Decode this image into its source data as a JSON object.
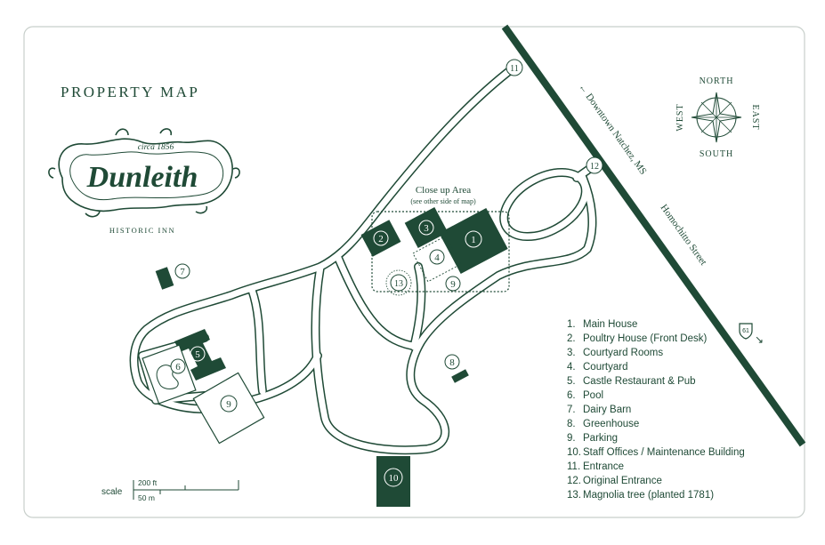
{
  "title": "PROPERTY MAP",
  "logo": {
    "circa": "circa 1856",
    "name": "Dunleith",
    "subtitle": "HISTORIC INN"
  },
  "compass": {
    "north": "NORTH",
    "south": "SOUTH",
    "east": "EAST",
    "west": "WEST"
  },
  "streets": {
    "downtown": "← Downtown Natchez, MS",
    "homochitto": "Homochitto Street",
    "route_badge": "61",
    "route_arrow": "↘"
  },
  "closeup": {
    "title": "Close up Area",
    "subtitle": "(see other side of map)"
  },
  "markers": {
    "m1": "1",
    "m2": "2",
    "m3": "3",
    "m4": "4",
    "m5": "5",
    "m6": "6",
    "m7": "7",
    "m8": "8",
    "m9a": "9",
    "m9b": "9",
    "m10": "10",
    "m11": "11",
    "m12": "12",
    "m13": "13"
  },
  "scale": {
    "label": "scale",
    "top": "200 ft",
    "bottom": "50 m"
  },
  "legend": [
    {
      "num": "1.",
      "label": "Main House"
    },
    {
      "num": "2.",
      "label": "Poultry House (Front Desk)"
    },
    {
      "num": "3.",
      "label": "Courtyard Rooms"
    },
    {
      "num": "4.",
      "label": "Courtyard"
    },
    {
      "num": "5.",
      "label": "Castle Restaurant & Pub"
    },
    {
      "num": "6.",
      "label": "Pool"
    },
    {
      "num": "7.",
      "label": "Dairy Barn"
    },
    {
      "num": "8.",
      "label": "Greenhouse"
    },
    {
      "num": "9.",
      "label": "Parking"
    },
    {
      "num": "10.",
      "label": "Staff Offices / Maintenance Building"
    },
    {
      "num": "11.",
      "label": "Entrance"
    },
    {
      "num": "12.",
      "label": "Original Entrance"
    },
    {
      "num": "13.",
      "label": "Magnolia tree (planted 1781)"
    }
  ],
  "colors": {
    "ink": "#1f4a36",
    "border": "#c8cfcb",
    "background": "#ffffff"
  }
}
